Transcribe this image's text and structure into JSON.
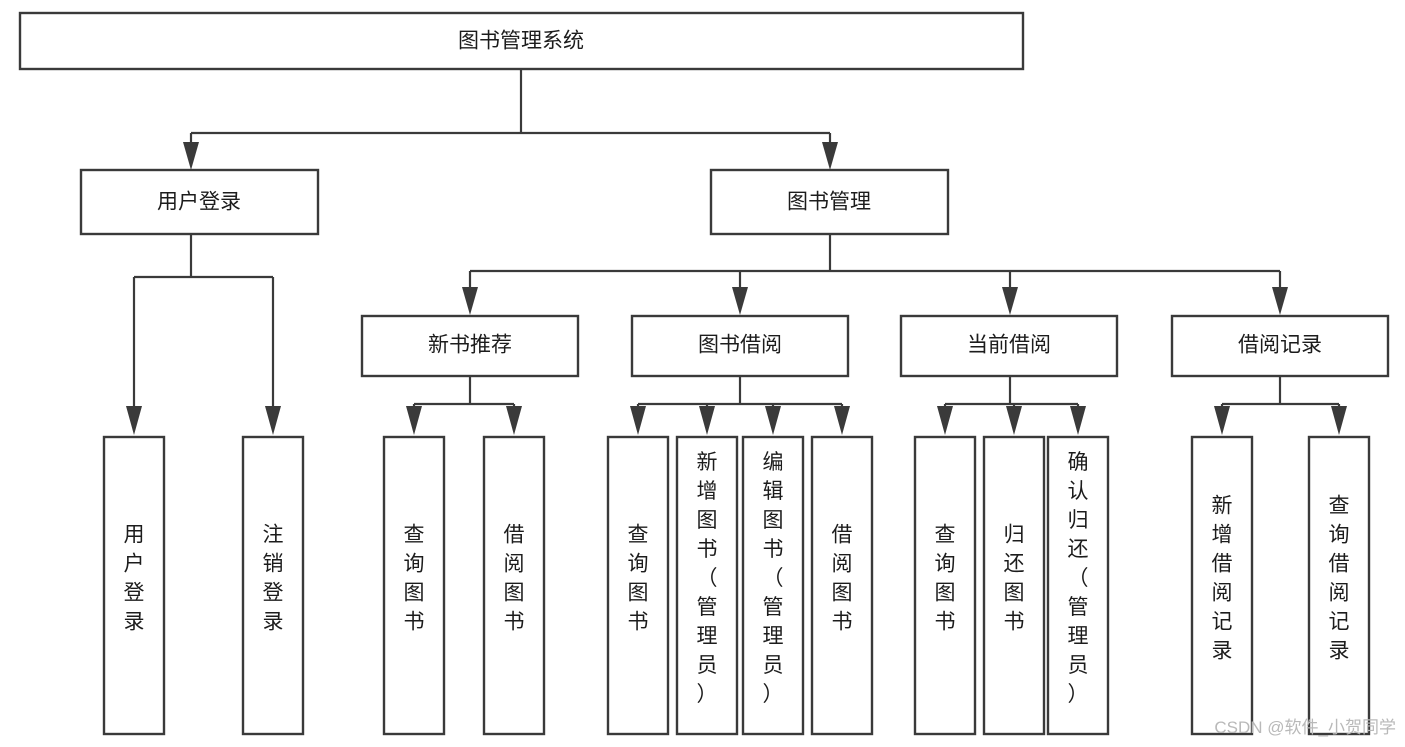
{
  "diagram": {
    "type": "tree",
    "title": "图书管理系统",
    "orientation": "top-down",
    "root": {
      "id": "root",
      "label": "图书管理系统",
      "orientation": "horizontal"
    },
    "level2": [
      {
        "id": "user-login",
        "label": "用户登录",
        "orientation": "horizontal"
      },
      {
        "id": "book-manage",
        "label": "图书管理",
        "orientation": "horizontal"
      }
    ],
    "level3": [
      {
        "id": "new-book-rec",
        "label": "新书推荐",
        "orientation": "horizontal",
        "parent": "book-manage"
      },
      {
        "id": "book-borrow",
        "label": "图书借阅",
        "orientation": "horizontal",
        "parent": "book-manage"
      },
      {
        "id": "current-borrow",
        "label": "当前借阅",
        "orientation": "horizontal",
        "parent": "book-manage"
      },
      {
        "id": "borrow-record",
        "label": "借阅记录",
        "orientation": "horizontal",
        "parent": "book-manage"
      }
    ],
    "leaves": [
      {
        "id": "leaf-user-login",
        "label": "用户登录",
        "orientation": "vertical",
        "parent": "user-login"
      },
      {
        "id": "leaf-user-logout",
        "label": "注销登录",
        "orientation": "vertical",
        "parent": "user-login"
      },
      {
        "id": "leaf-query-book-1",
        "label": "查询图书",
        "orientation": "vertical",
        "parent": "new-book-rec"
      },
      {
        "id": "leaf-borrow-book-1",
        "label": "借阅图书",
        "orientation": "vertical",
        "parent": "new-book-rec"
      },
      {
        "id": "leaf-query-book-2",
        "label": "查询图书",
        "orientation": "vertical",
        "parent": "book-borrow"
      },
      {
        "id": "leaf-add-book",
        "label": "新增图书（管理员）",
        "orientation": "vertical",
        "parent": "book-borrow"
      },
      {
        "id": "leaf-edit-book",
        "label": "编辑图书（管理员）",
        "orientation": "vertical",
        "parent": "book-borrow"
      },
      {
        "id": "leaf-borrow-book-2",
        "label": "借阅图书",
        "orientation": "vertical",
        "parent": "book-borrow"
      },
      {
        "id": "leaf-query-book-3",
        "label": "查询图书",
        "orientation": "vertical",
        "parent": "current-borrow"
      },
      {
        "id": "leaf-return-book",
        "label": "归还图书",
        "orientation": "vertical",
        "parent": "current-borrow"
      },
      {
        "id": "leaf-confirm-return",
        "label": "确认归还（管理员）",
        "orientation": "vertical",
        "parent": "current-borrow"
      },
      {
        "id": "leaf-add-record",
        "label": "新增借阅记录",
        "orientation": "vertical",
        "parent": "borrow-record"
      },
      {
        "id": "leaf-query-record",
        "label": "查询借阅记录",
        "orientation": "vertical",
        "parent": "borrow-record"
      }
    ],
    "colors": {
      "stroke": "#3a3a3a",
      "fill": "#ffffff",
      "text": "#1c1c1c",
      "watermark": "#b9b9b9"
    }
  },
  "watermark": {
    "label": "CSDN @软件_小贺同学"
  }
}
